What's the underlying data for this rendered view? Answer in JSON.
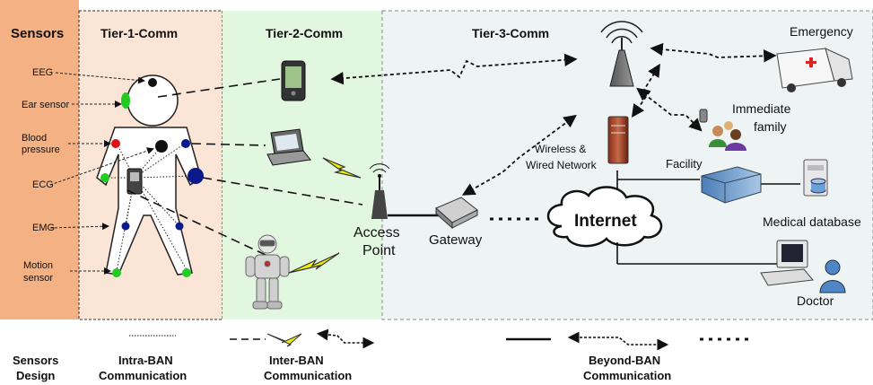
{
  "headers": {
    "sensors": "Sensors",
    "tier1": "Tier-1-Comm",
    "tier2": "Tier-2-Comm",
    "tier3": "Tier-3-Comm"
  },
  "sensor_labels": {
    "eeg": "EEG",
    "ear": "Ear sensor",
    "blood1": "Blood",
    "blood2": "pressure",
    "ecg": "ECG",
    "emg": "EMG",
    "motion1": "Motion",
    "motion2": "sensor"
  },
  "network": {
    "access1": "Access",
    "access2": "Point",
    "gateway": "Gateway",
    "internet": "Internet",
    "wireless1": "Wireless &",
    "wireless2": "Wired Network",
    "facility": "Facility",
    "emergency": "Emergency",
    "family1": "Immediate",
    "family2": "family",
    "meddb": "Medical database",
    "doctor": "Doctor"
  },
  "legend": {
    "sensors_design1": "Sensors",
    "sensors_design2": "Design",
    "intra1": "Intra-BAN",
    "intra2": "Communication",
    "inter1": "Inter-BAN",
    "inter2": "Communication",
    "beyond1": "Beyond-BAN",
    "beyond2": "Communication"
  },
  "colors": {
    "sensors_bg": "#f4b183",
    "tier1_bg": "#fbe5d6",
    "tier2_bg": "#e2f7df",
    "tier3_bg": "#eef3f3",
    "sensor_green": "#22cc22",
    "sensor_navy": "#0a1a8a",
    "sensor_red": "#dd1111",
    "lightning": "#f0f000"
  }
}
